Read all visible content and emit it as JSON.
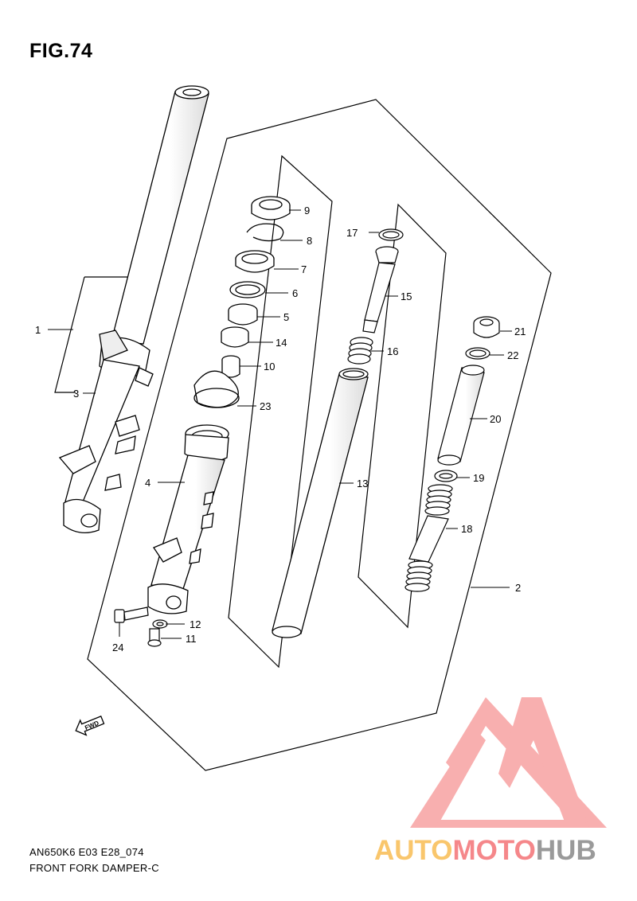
{
  "figure": {
    "title": "FIG.74"
  },
  "footer": {
    "model_code": "AN650K6 E03 E28_074",
    "caption": "FRONT FORK DAMPER-C"
  },
  "fwd_label": "FWD",
  "callouts": [
    "1",
    "2",
    "3",
    "4",
    "5",
    "6",
    "7",
    "8",
    "9",
    "10",
    "11",
    "12",
    "13",
    "14",
    "15",
    "16",
    "17",
    "18",
    "19",
    "20",
    "21",
    "22",
    "23",
    "24"
  ],
  "watermark": {
    "parts": [
      "AUTO",
      "MOTO",
      "HUB"
    ],
    "colors": [
      "#f9c66c",
      "#f5878a",
      "#9a9a9a"
    ],
    "mark_color": "#f7a2a2"
  }
}
